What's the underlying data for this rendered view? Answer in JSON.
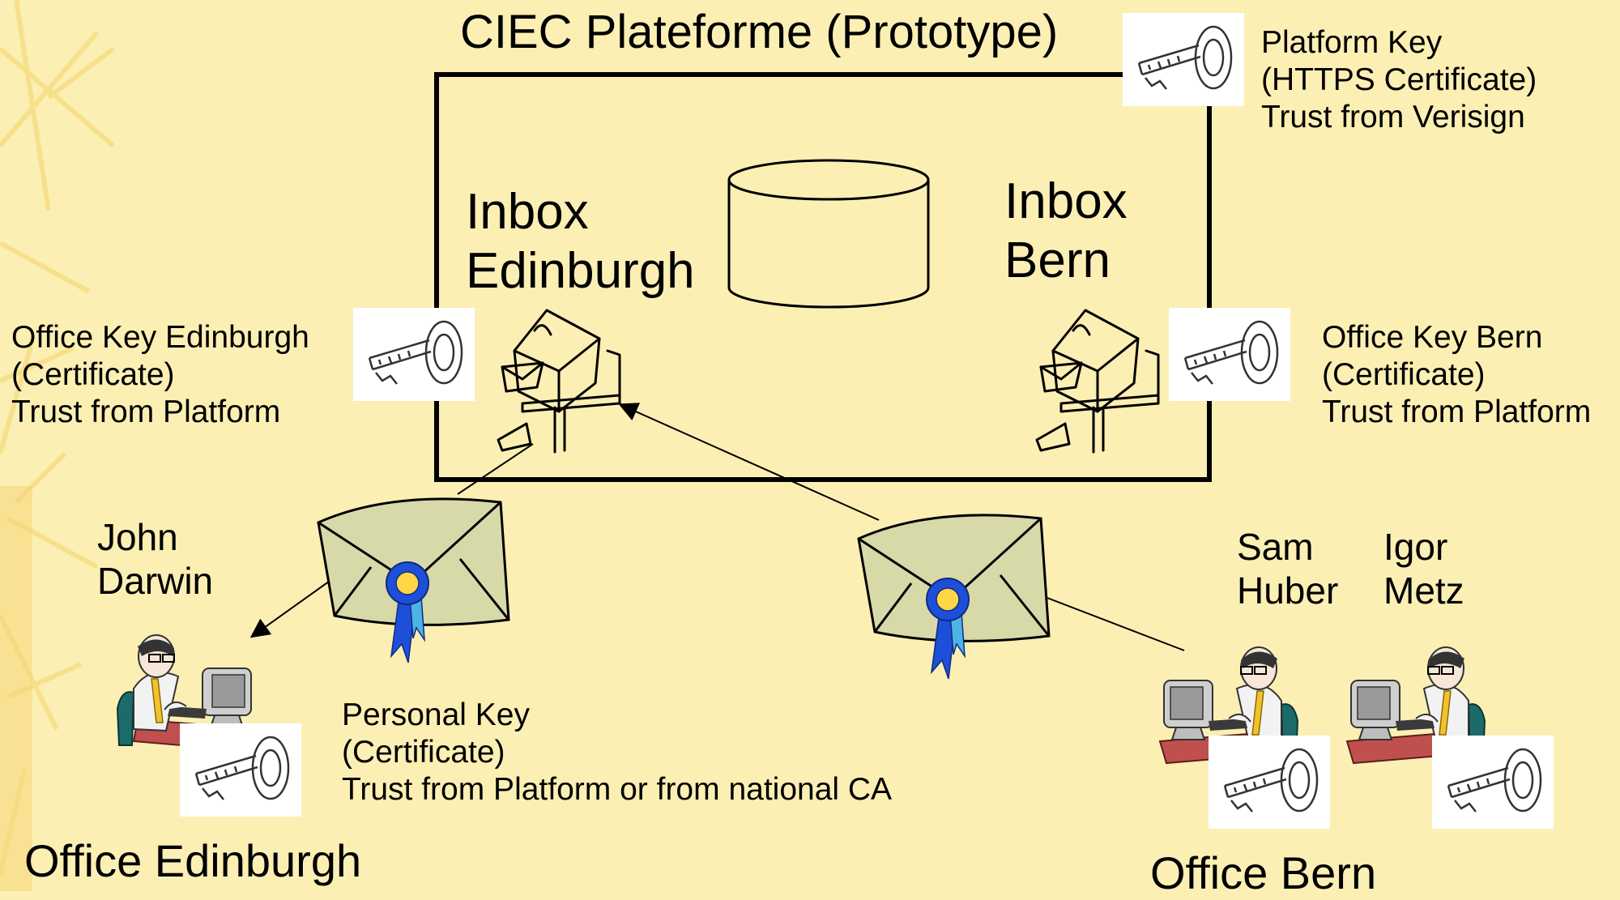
{
  "title": "CIEC Plateforme (Prototype)",
  "platform_key": {
    "line1": "Platform Key",
    "line2": "(HTTPS Certificate)",
    "line3": "Trust from Verisign"
  },
  "inbox_edinburgh": {
    "line1": "Inbox",
    "line2": "Edinburgh"
  },
  "inbox_bern": {
    "line1": "Inbox",
    "line2": "Bern"
  },
  "office_key_edinburgh": {
    "line1": "Office Key Edinburgh",
    "line2": "(Certificate)",
    "line3": "Trust from Platform"
  },
  "office_key_bern": {
    "line1": "Office Key Bern",
    "line2": "(Certificate)",
    "line3": "Trust from Platform"
  },
  "person_edinburgh": {
    "line1": "John",
    "line2": "Darwin"
  },
  "person_bern_1": {
    "line1": "Sam",
    "line2": "Huber"
  },
  "person_bern_2": {
    "line1": "Igor",
    "line2": "Metz"
  },
  "personal_key": {
    "line1": "Personal Key",
    "line2": "(Certificate)",
    "line3": "Trust from Platform or from national CA"
  },
  "office_edinburgh": "Office Edinburgh",
  "office_bern": "Office Bern",
  "colors": {
    "background": "#fcefb4",
    "envelope": "#d8d9a8",
    "rosette": "#1e4fd8",
    "desk": "#c0504d",
    "chair": "#1c6b6b"
  },
  "icons": [
    "key-icon",
    "mailbox-house-icon",
    "database-cylinder-icon",
    "sealed-envelope-icon",
    "rosette-seal-icon",
    "office-worker-icon"
  ]
}
